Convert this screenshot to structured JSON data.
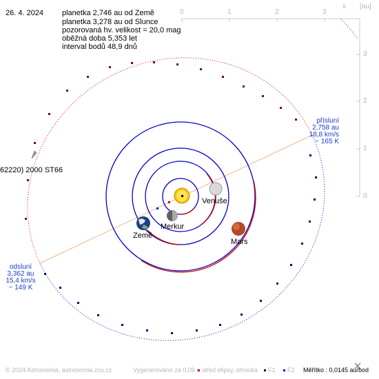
{
  "date": "26. 4. 2024",
  "info_lines": [
    "planetka 2,746 au od Země",
    "planetka 3,278 au od Slunce",
    "pozorovaná hv. velikost = 20,0 mag",
    "oběžná doba 5,353 let",
    "interval bodů 48,9 dnů"
  ],
  "axis": {
    "x_ticks": [
      "0",
      "1",
      "2",
      "3"
    ],
    "y_ticks": [
      "3",
      "2",
      "1",
      "0"
    ],
    "x_label": "x",
    "unit_label": "[au]"
  },
  "labels": {
    "asteroid": "62220) 2000 ST66",
    "venus": "Venuše",
    "mercury": "Merkur",
    "earth": "Země",
    "mars": "Mars"
  },
  "perihelion": [
    "přísluní",
    "2,758 au",
    "18,8 km/s",
    "~ 165 K"
  ],
  "aphelion": [
    "odsluní",
    "3,362 au",
    "15,4 km/s",
    "~ 149 K"
  ],
  "footer": {
    "copyright": "© 2024 Astronomia, astronomia.zcu.cz",
    "generated": "Vygenerováno za 0,09 s",
    "legend_center": "střed elipsy, ohniska",
    "legend_f1": "F1",
    "legend_f2": "F2",
    "scale": "Měřítko : 0,0145 au/bod"
  },
  "colors": {
    "orbit_red": "#cc0000",
    "orbit_blue": "#0000cc",
    "apsis_line": "#f3b48a",
    "label_blue": "#1a3ccc",
    "axis_gray": "#b5b5b5"
  },
  "icons": {
    "close": "close-x-icon"
  }
}
